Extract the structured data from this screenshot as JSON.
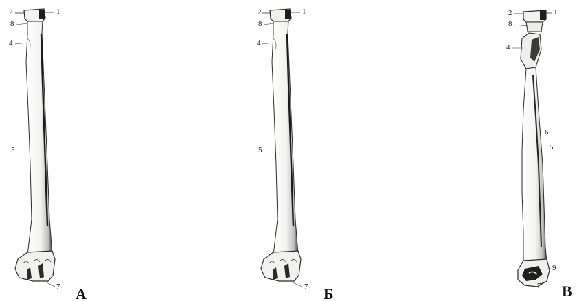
{
  "figure": {
    "panels": [
      {
        "letter": "А",
        "labels": {
          "l1": "1",
          "l2": "2",
          "l8": "8",
          "l4": "4",
          "l5": "5",
          "l7": "7"
        }
      },
      {
        "letter": "Б",
        "labels": {
          "l1": "1",
          "l2": "2",
          "l8": "8",
          "l4": "4",
          "l5": "5",
          "l7": "7"
        }
      },
      {
        "letter": "В",
        "labels": {
          "l1": "1",
          "l2": "2",
          "l8": "8",
          "l4": "4",
          "l6": "6",
          "l5": "5",
          "l9": "9",
          "l7": "7"
        }
      }
    ]
  },
  "colors": {
    "bone_fill": "#f4f4f2",
    "bone_outline": "#2b2b2b",
    "shadow": "#3a3a3a",
    "label": "#222222"
  }
}
